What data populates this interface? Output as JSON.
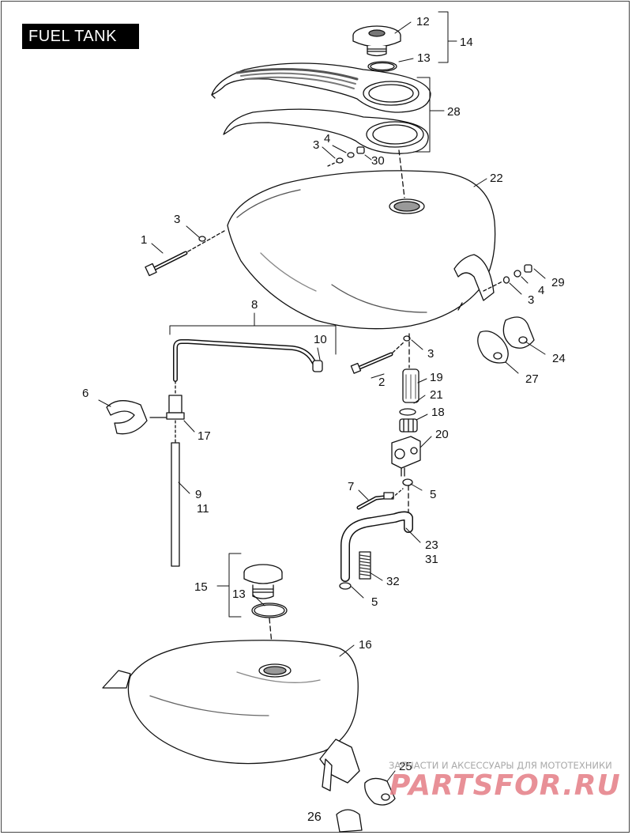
{
  "page": {
    "title": "FUEL TANK",
    "page_number": "26"
  },
  "callouts": [
    {
      "id": "c12",
      "text": "12"
    },
    {
      "id": "c14",
      "text": "14"
    },
    {
      "id": "c13a",
      "text": "13"
    },
    {
      "id": "c28",
      "text": "28"
    },
    {
      "id": "c3a",
      "text": "3"
    },
    {
      "id": "c4a",
      "text": "4"
    },
    {
      "id": "c30",
      "text": "30"
    },
    {
      "id": "c22",
      "text": "22"
    },
    {
      "id": "c3b",
      "text": "3"
    },
    {
      "id": "c1",
      "text": "1"
    },
    {
      "id": "c29",
      "text": "29"
    },
    {
      "id": "c4b",
      "text": "4"
    },
    {
      "id": "c3c",
      "text": "3"
    },
    {
      "id": "c8",
      "text": "8"
    },
    {
      "id": "c10",
      "text": "10"
    },
    {
      "id": "c3d",
      "text": "3"
    },
    {
      "id": "c24",
      "text": "24"
    },
    {
      "id": "c27",
      "text": "27"
    },
    {
      "id": "c2",
      "text": "2"
    },
    {
      "id": "c19",
      "text": "19"
    },
    {
      "id": "c21",
      "text": "21"
    },
    {
      "id": "c18",
      "text": "18"
    },
    {
      "id": "c6",
      "text": "6"
    },
    {
      "id": "c17",
      "text": "17"
    },
    {
      "id": "c20",
      "text": "20"
    },
    {
      "id": "c7",
      "text": "7"
    },
    {
      "id": "c5a",
      "text": "5"
    },
    {
      "id": "c9",
      "text": "9"
    },
    {
      "id": "c11",
      "text": "11"
    },
    {
      "id": "c23",
      "text": "23"
    },
    {
      "id": "c31",
      "text": "31"
    },
    {
      "id": "c32",
      "text": "32"
    },
    {
      "id": "c15",
      "text": "15"
    },
    {
      "id": "c13b",
      "text": "13"
    },
    {
      "id": "c5b",
      "text": "5"
    },
    {
      "id": "c16",
      "text": "16"
    },
    {
      "id": "c25",
      "text": "25"
    }
  ],
  "watermark": {
    "tagline": "ЗАПЧАСТИ И АКСЕССУАРЫ ДЛЯ МОТОТЕХНИКИ",
    "logo": "PARTSFOR.RU",
    "color": "#e47d86"
  }
}
